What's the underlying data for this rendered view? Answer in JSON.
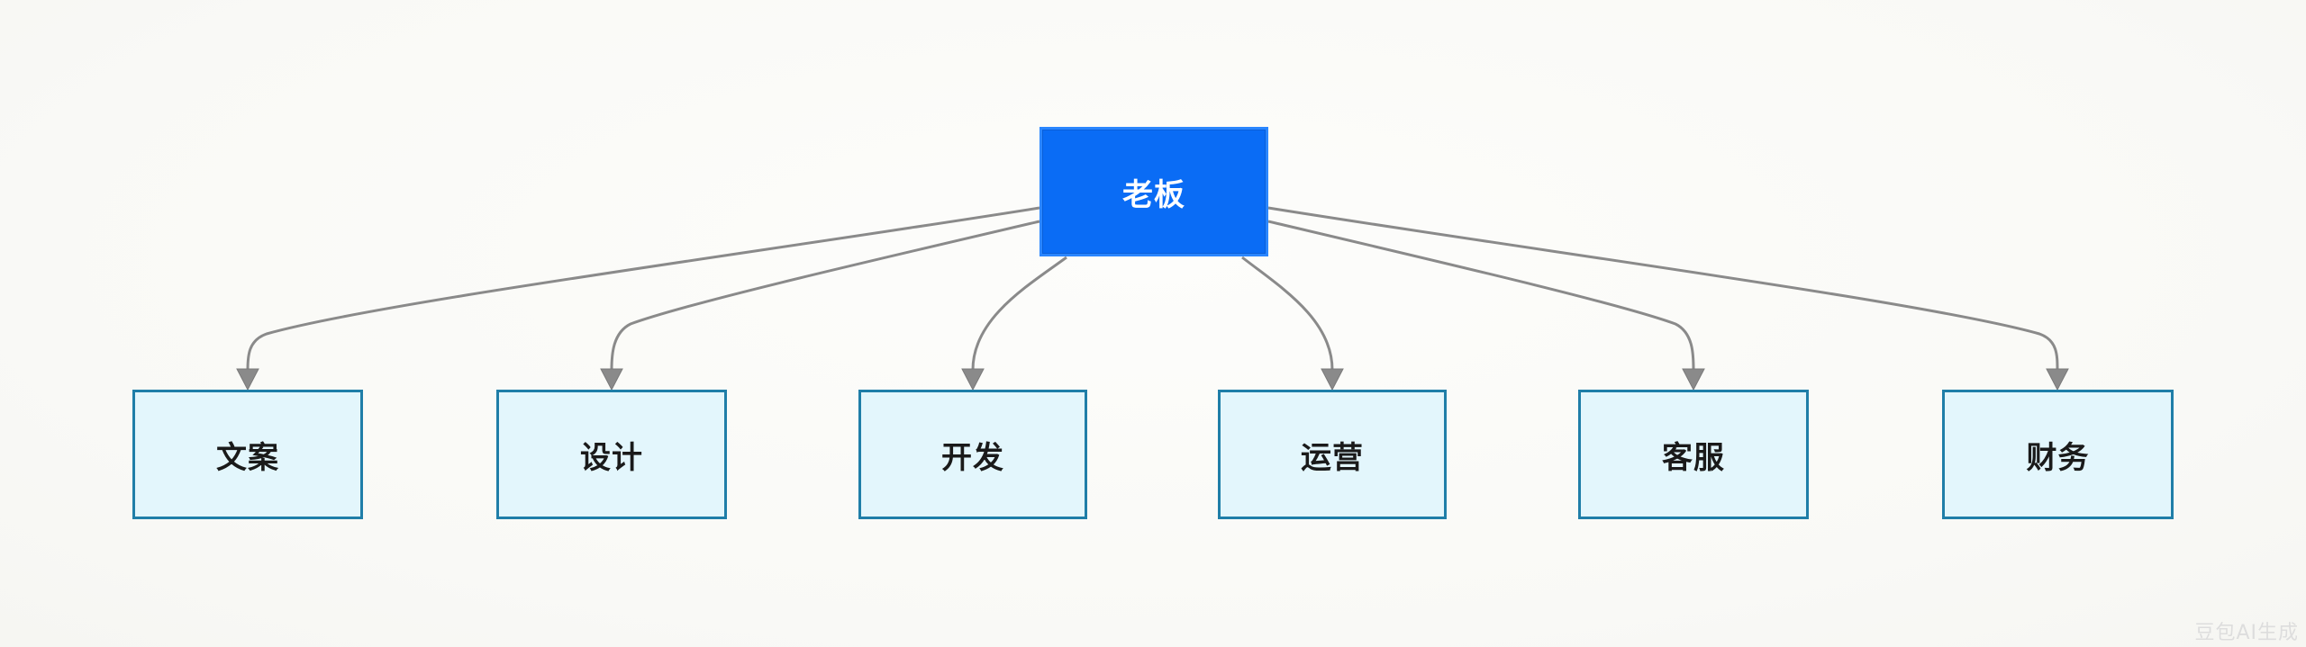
{
  "diagram": {
    "type": "org-chart",
    "root": {
      "label": "老板",
      "color": "#0a6cf5"
    },
    "children": [
      {
        "label": "文案"
      },
      {
        "label": "设计"
      },
      {
        "label": "开发"
      },
      {
        "label": "运营"
      },
      {
        "label": "客服"
      },
      {
        "label": "财务"
      }
    ],
    "child_fill": "#e3f6fc",
    "child_border": "#1f7ea8",
    "edge_color": "#8a8a8a"
  },
  "watermark": "豆包AI生成"
}
